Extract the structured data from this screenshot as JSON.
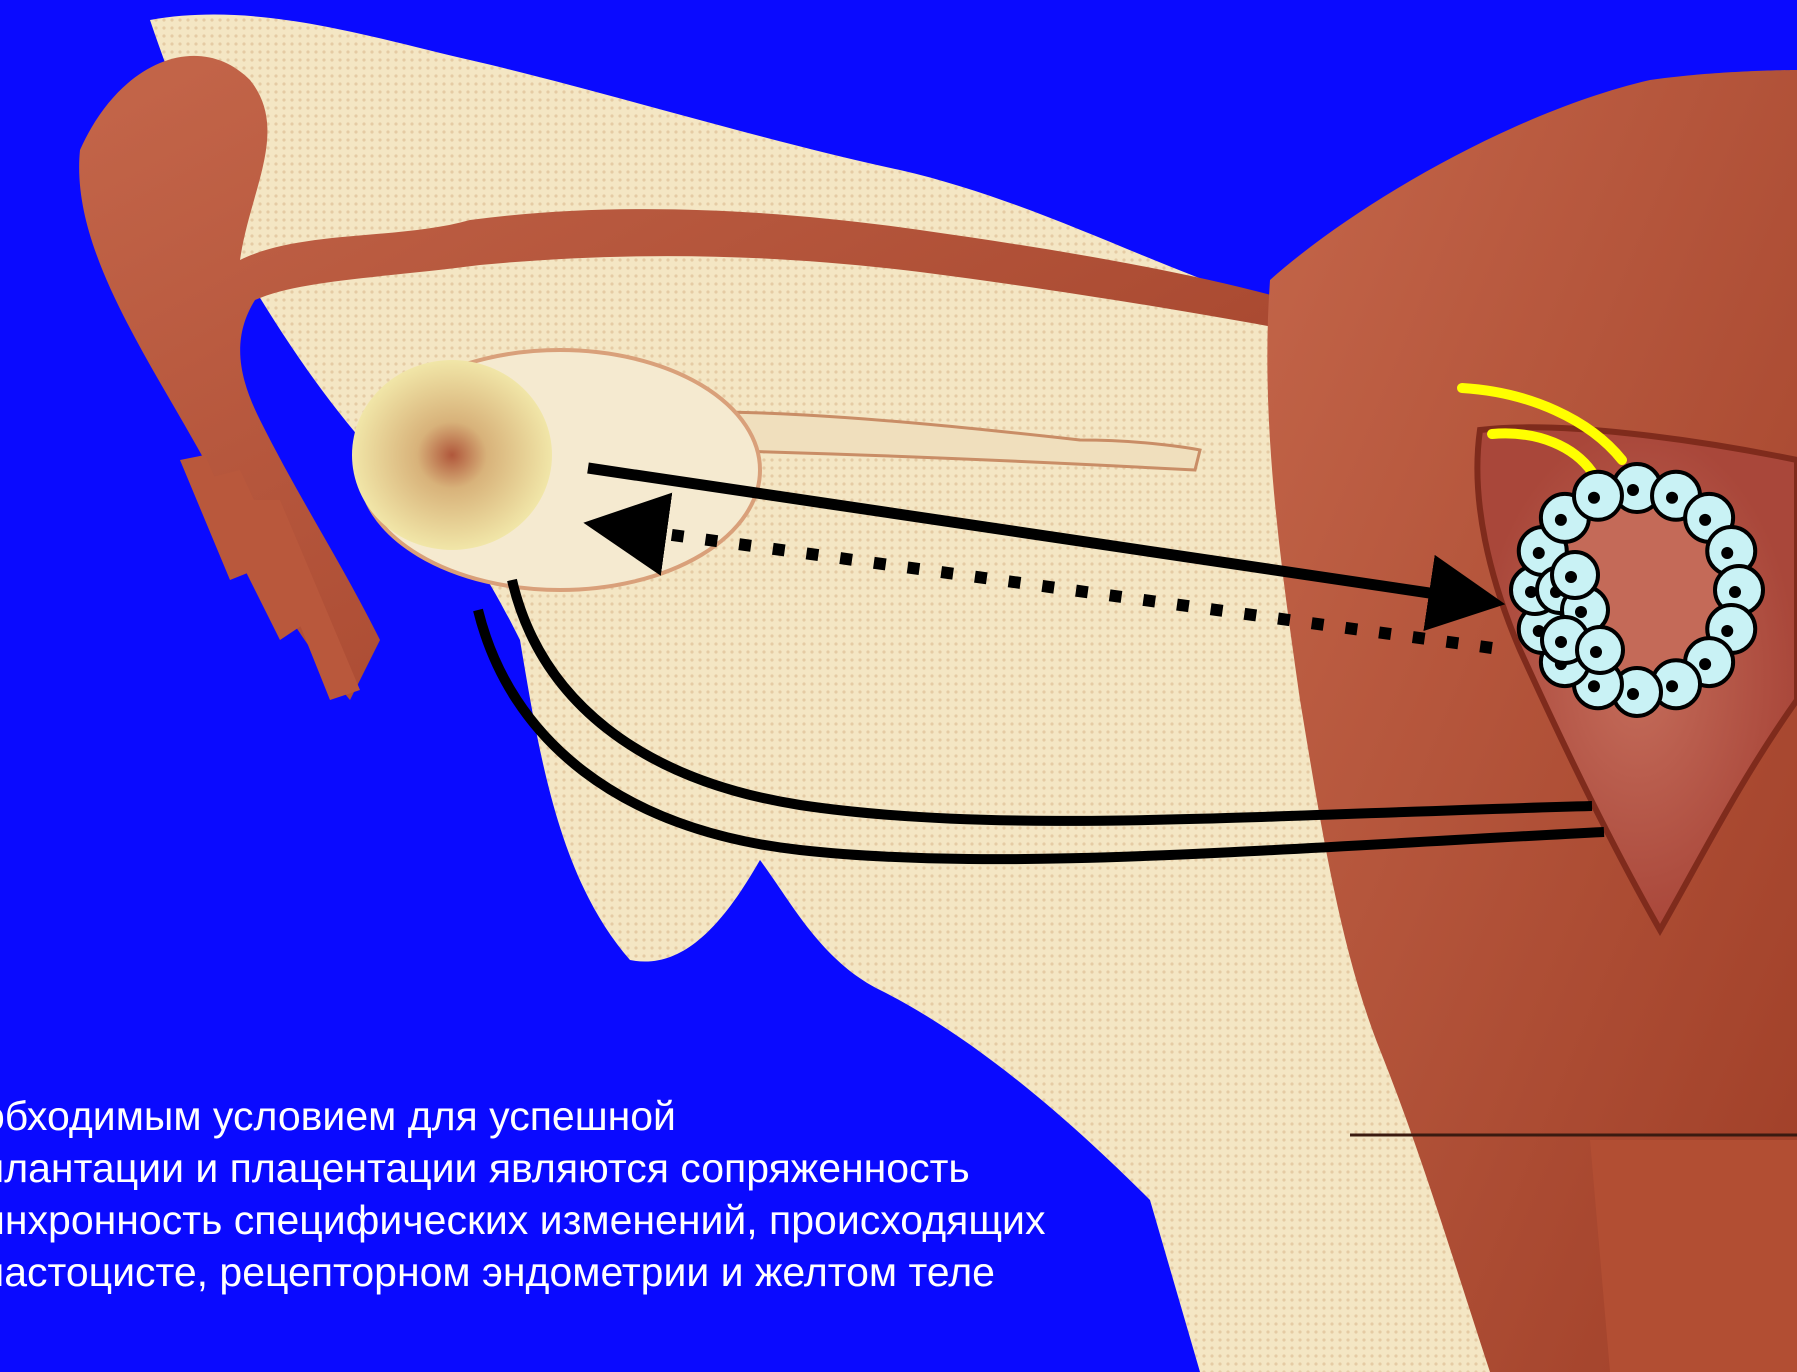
{
  "slide": {
    "background_color": "#0a0aff",
    "caption_lines": [
      "обходимым условием для успешной",
      "плантации и плацентации являются сопряженность",
      "инхронность специфических изменений, происходящих",
      "пастоцисте, рецепторном эндометрии и желтом теле"
    ]
  },
  "colors": {
    "tissue_light": "#f3e3bf",
    "tissue_muscle": "#b8553a",
    "tissue_dark": "#8e3421",
    "corpus_luteum": "#e9dc8e",
    "blastocyst_cell": "#c9f2f5",
    "signal_yellow": "#ffff00",
    "arrows": "#000000"
  }
}
